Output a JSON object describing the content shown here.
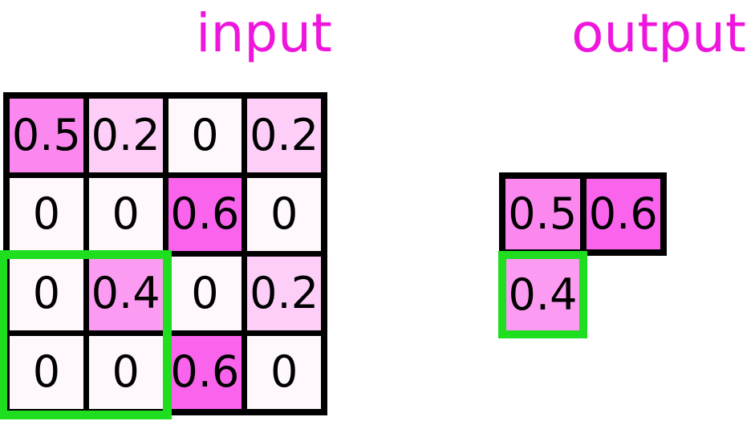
{
  "header": {
    "input_title": "input",
    "output_title": "output"
  },
  "colors": {
    "title_magenta": "#EE16DC",
    "cell_text": "#000000",
    "grid_border": "#000000",
    "highlight_green": "#1FDD1F"
  },
  "input_grid": {
    "rows": 4,
    "cols": 4,
    "cells": [
      {
        "value": "0.5",
        "bg": "#FB88EF"
      },
      {
        "value": "0.2",
        "bg": "#FDCEF8"
      },
      {
        "value": "0",
        "bg": "#FEF8FD"
      },
      {
        "value": "0.2",
        "bg": "#FDCEF8"
      },
      {
        "value": "0",
        "bg": "#FEF8FD"
      },
      {
        "value": "0",
        "bg": "#FEF8FD"
      },
      {
        "value": "0.6",
        "bg": "#FA64EC"
      },
      {
        "value": "0",
        "bg": "#FEF8FD"
      },
      {
        "value": "0",
        "bg": "#FEF8FD"
      },
      {
        "value": "0.4",
        "bg": "#FC9BF2"
      },
      {
        "value": "0",
        "bg": "#FEF8FD"
      },
      {
        "value": "0.2",
        "bg": "#FDCEF8"
      },
      {
        "value": "0",
        "bg": "#FEF8FD"
      },
      {
        "value": "0",
        "bg": "#FEF8FD"
      },
      {
        "value": "0.6",
        "bg": "#FA64EC"
      },
      {
        "value": "0",
        "bg": "#FEF8FD"
      }
    ],
    "highlight_window": {
      "rows": "3-4",
      "cols": "1-2"
    }
  },
  "output_grid": {
    "cells": [
      {
        "value": "0.5",
        "bg": "#FB88EF",
        "highlighted": false
      },
      {
        "value": "0.6",
        "bg": "#FA64EC",
        "highlighted": false
      },
      {
        "value": "0.4",
        "bg": "#FC9BF2",
        "highlighted": true
      }
    ]
  }
}
